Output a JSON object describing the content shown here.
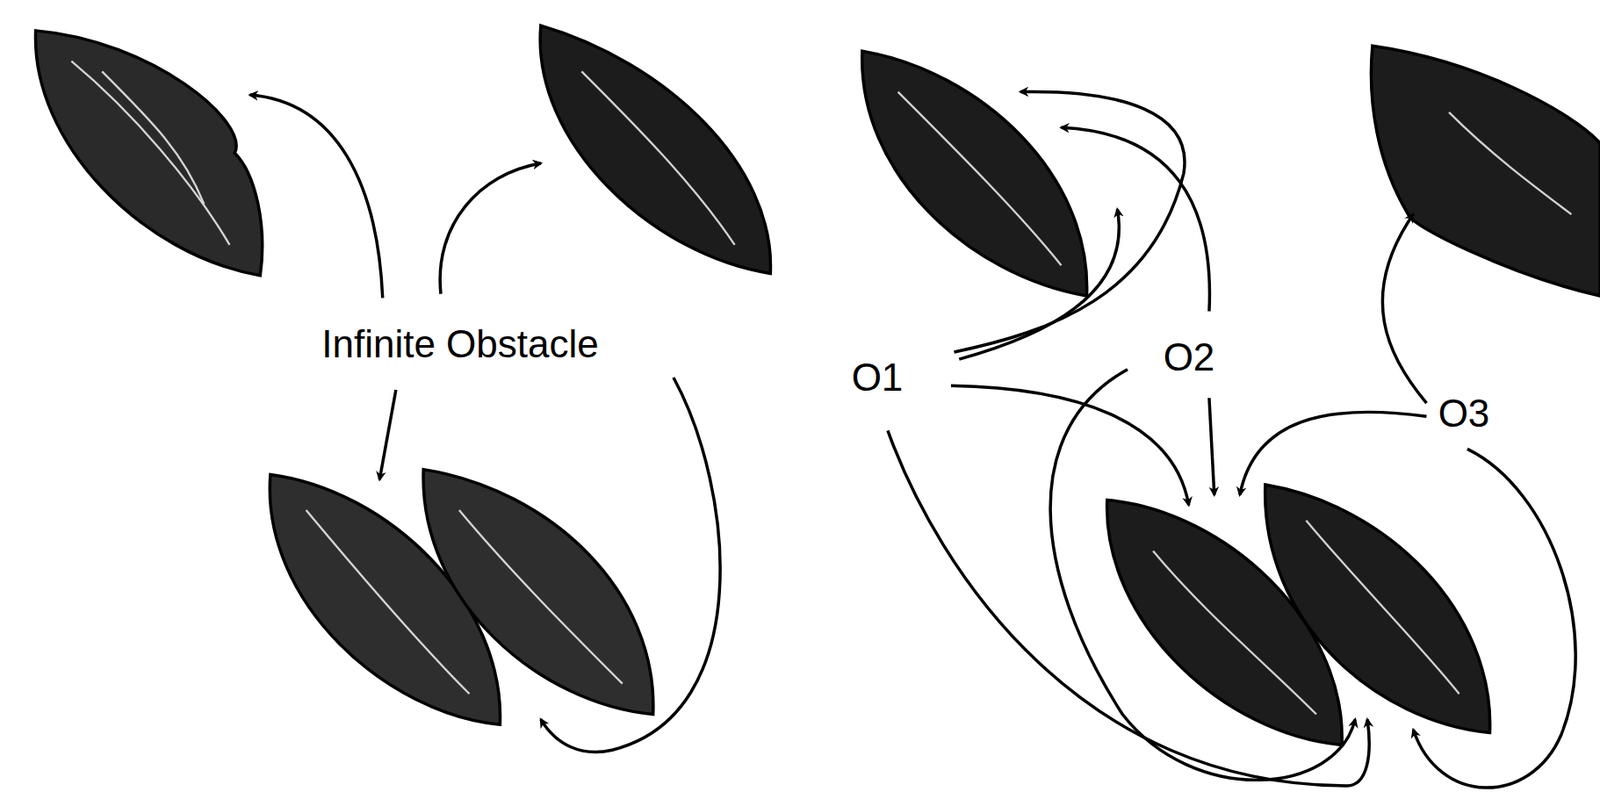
{
  "diagram": {
    "labels": [
      "Infinite Obstacle",
      "O1",
      "O2",
      "O3"
    ]
  }
}
